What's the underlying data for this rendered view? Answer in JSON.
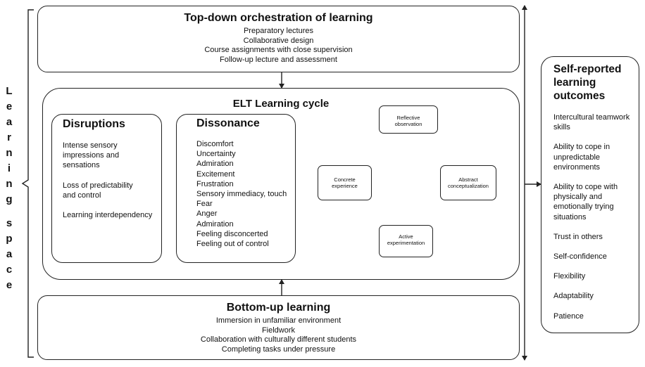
{
  "learning_space": {
    "word1": [
      "L",
      "e",
      "a",
      "r",
      "n",
      "i",
      "n",
      "g"
    ],
    "word2": [
      "s",
      "p",
      "a",
      "c",
      "e"
    ]
  },
  "top": {
    "title": "Top-down orchestration of learning",
    "lines": [
      "Preparatory lectures",
      "Collaborative design",
      "Course assignments with close supervision",
      "Follow-up lecture and assessment"
    ]
  },
  "cycle": {
    "title": "ELT Learning cycle"
  },
  "disruptions": {
    "title": "Disruptions",
    "items": [
      "Intense sensory impressions and sensations",
      "Loss of predictability and control",
      "Learning interdependency"
    ]
  },
  "dissonance": {
    "title": "Dissonance",
    "items": [
      "Discomfort",
      "Uncertainty",
      "Admiration",
      "Excitement",
      "Frustration",
      "Sensory immediacy, touch",
      "Fear",
      "Anger",
      "Admiration",
      "Feeling disconcerted",
      "Feeling out of control"
    ]
  },
  "elt": {
    "reflective": "Reflective observation",
    "abstract": "Abstract conceptualization",
    "active": "Active experimentation",
    "concrete": "Concrete experience"
  },
  "bottom": {
    "title": "Bottom-up learning",
    "lines": [
      "Immersion in unfamiliar environment",
      "Fieldwork",
      "Collaboration with culturally different students",
      "Completing tasks under pressure"
    ]
  },
  "outcomes": {
    "title": "Self-reported learning outcomes",
    "items": [
      "Intercultural teamwork skills",
      "Ability to cope in unpredictable environments",
      "Ability to cope with physically and emotionally trying situations",
      "Trust in others",
      "Self-confidence",
      "Flexibility",
      "Adaptability",
      "Patience"
    ]
  }
}
